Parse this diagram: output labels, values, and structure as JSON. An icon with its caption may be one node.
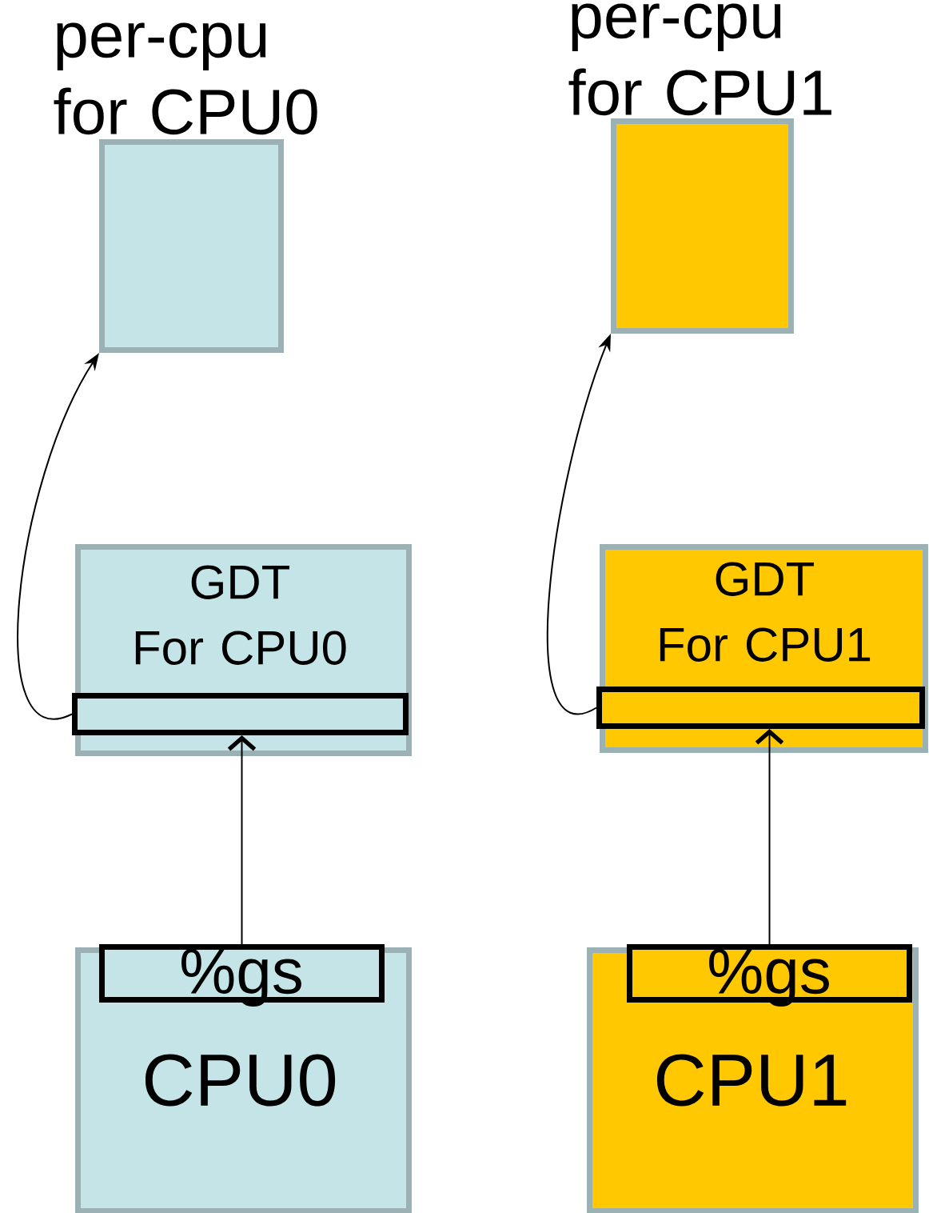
{
  "diagram": {
    "nodes": [
      {
        "text": [
          "per-cpu for CPU0"
        ]
      },
      {
        "text": [
          "per-cpu for CPU1"
        ]
      },
      {
        "text": [
          "GDT For CPU0"
        ]
      },
      {
        "text": [],
        "shape": "box",
        "in": 2
      },
      {
        "text": [
          "GDT For CPU1"
        ]
      },
      {
        "text": [],
        "shape": "box",
        "in": 4
      },
      {
        "text": [
          "CPU0"
        ]
      },
      {
        "text": [
          "%gs"
        ],
        "in": 6
      },
      {
        "text": [
          "CPU1"
        ]
      },
      {
        "text": [
          "%gs"
        ],
        "in": 8
      }
    ],
    "edges": [
      {
        "from": 3,
        "to": 0,
        "arrow": "to"
      },
      {
        "from": 5,
        "to": 1,
        "arrow": "to"
      },
      {
        "from": 7,
        "to": 3,
        "arrow": "to"
      },
      {
        "from": 9,
        "to": 5,
        "arrow": "to"
      }
    ]
  }
}
